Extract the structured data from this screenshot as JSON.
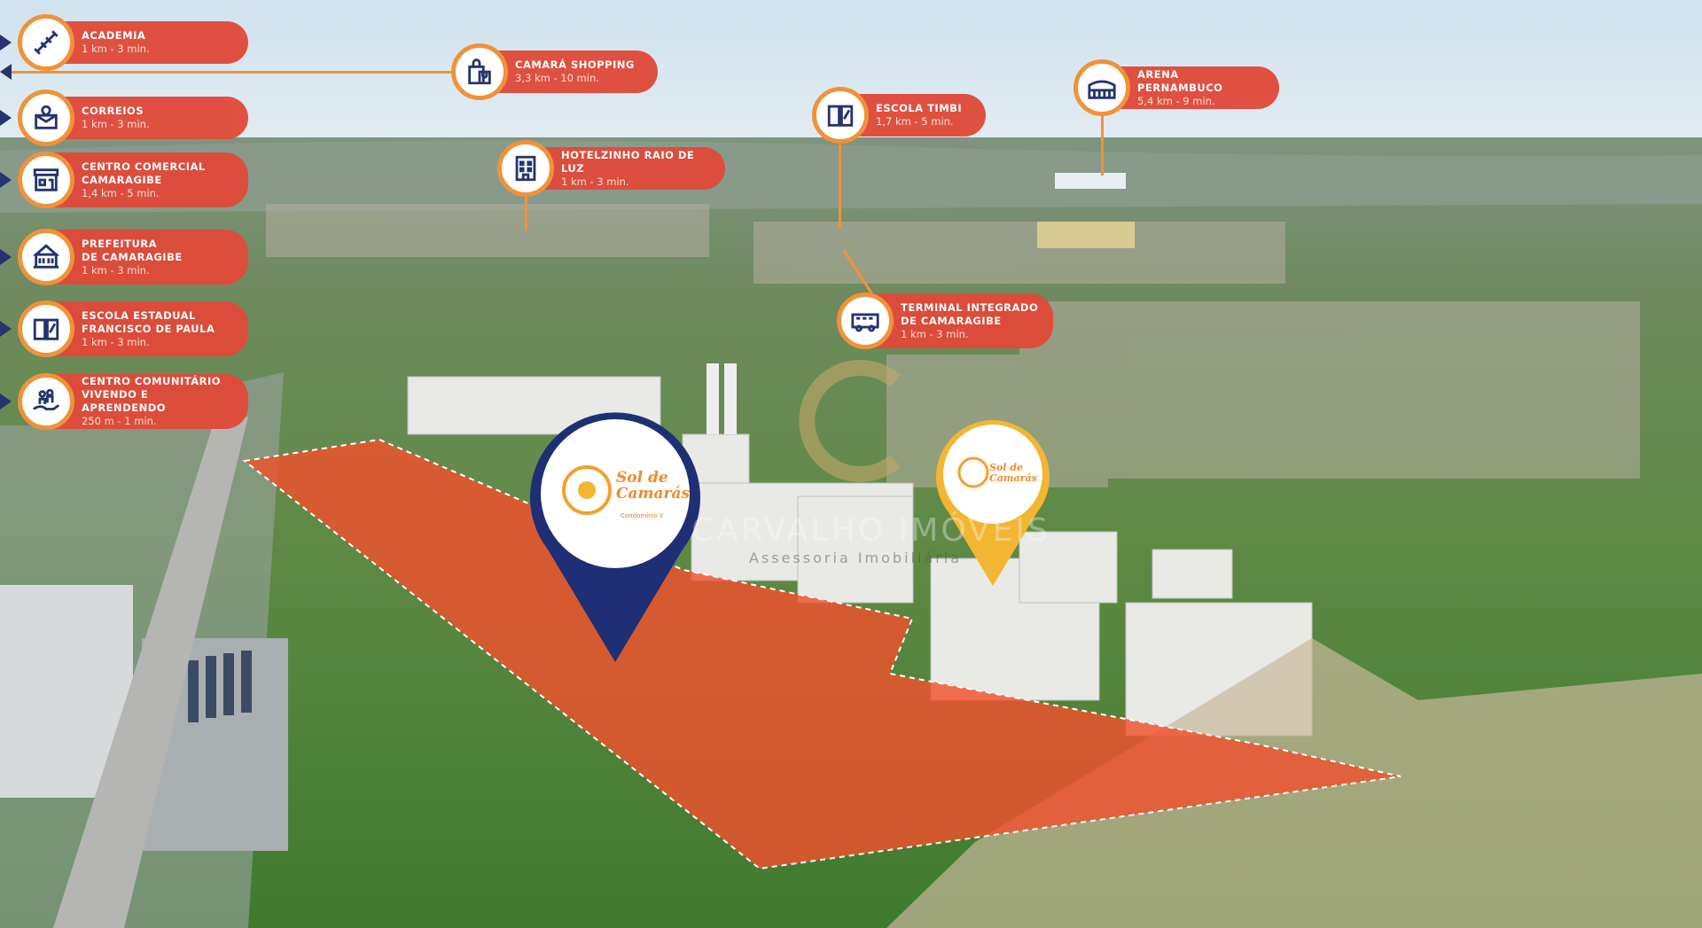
{
  "title": "Sol de Camarás - Localização",
  "left_labels": [
    {
      "name": "ACADEMIA",
      "distance": "1 km - 3 min.",
      "icon": "dumbbell-icon"
    },
    {
      "name": "CORREIOS",
      "distance": "1 km - 3 min.",
      "icon": "post-office-icon"
    },
    {
      "name": "CENTRO COMERCIAL\nCAMARAGIBE",
      "distance": "1,4 km - 5 min.",
      "icon": "store-icon"
    },
    {
      "name": "PREFEITURA\nDE CAMARAGIBE",
      "distance": "1 km - 3 min.",
      "icon": "city-hall-icon"
    },
    {
      "name": "ESCOLA ESTADUAL\nFRANCISCO DE PAULA",
      "distance": "1 km - 3 min.",
      "icon": "book-icon"
    },
    {
      "name": "CENTRO COMUNITÁRIO\nVIVENDO E APRENDENDO",
      "distance": "250 m - 1 min.",
      "icon": "community-hand-icon"
    }
  ],
  "map_labels": {
    "shopping": {
      "name": "CAMARÁ SHOPPING",
      "distance": "3,3 km - 10 min.",
      "icon": "shopping-bag-icon"
    },
    "hotelzinho": {
      "name": "HOTELZINHO RAIO DE LUZ",
      "distance": "1 km - 3 min.",
      "icon": "building-icon"
    },
    "escola_timbi": {
      "name": "ESCOLA TIMBI",
      "distance": "1,7 km - 5 min.",
      "icon": "book-icon"
    },
    "arena": {
      "name": "ARENA PERNAMBUCO",
      "distance": "5,4 km - 9 min.",
      "icon": "stadium-icon"
    },
    "terminal": {
      "name": "TERMINAL INTEGRADO\nDE CAMARAGIBE",
      "distance": "1 km - 3 min.",
      "icon": "bus-icon"
    }
  },
  "pins": {
    "main": {
      "logo": "Sol de Camarás",
      "sub": "Condomínio II",
      "color": "#1f2f73"
    },
    "secondary": {
      "logo": "Sol de Camarás",
      "color": "#f2b633"
    }
  },
  "watermark": {
    "brand": "CARVALHO IMÓVEIS",
    "tagline": "Assessoria Imobiliária"
  },
  "colors": {
    "label_red": "#e04a3a",
    "ring_orange": "#f0923a",
    "icon_navy": "#25346e",
    "plot_overlay": "#f0502d"
  }
}
